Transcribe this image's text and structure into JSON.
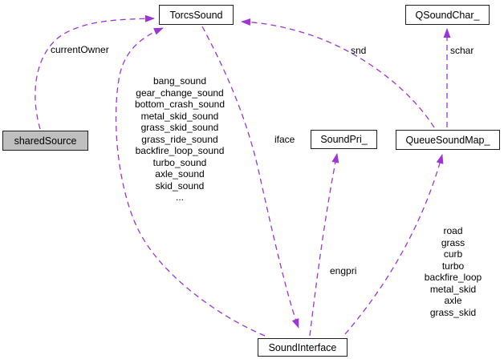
{
  "diagram": {
    "kind": "collaboration-graph",
    "colors": {
      "edge": "#9c35d6",
      "node_border": "#1f1f1f",
      "node_fill": "#ffffff",
      "highlight_node_fill": "#bfbfbf",
      "background": "#ffffff",
      "text": "#000000"
    },
    "nodes": [
      {
        "id": "sharedSource",
        "label": "sharedSource",
        "highlight": true
      },
      {
        "id": "TorcsSound",
        "label": "TorcsSound",
        "highlight": false
      },
      {
        "id": "QSoundChar_",
        "label": "QSoundChar_",
        "highlight": false
      },
      {
        "id": "SoundPri_",
        "label": "SoundPri_",
        "highlight": false
      },
      {
        "id": "QueueSoundMap_",
        "label": "QueueSoundMap_",
        "highlight": false
      },
      {
        "id": "SoundInterface",
        "label": "SoundInterface",
        "highlight": false
      }
    ],
    "edges": [
      {
        "from": "sharedSource",
        "to": "TorcsSound",
        "style": "dashed",
        "label": "currentOwner"
      },
      {
        "from": "SoundInterface",
        "to": "TorcsSound",
        "style": "dashed",
        "label_lines": [
          "bang_sound",
          "gear_change_sound",
          "bottom_crash_sound",
          "metal_skid_sound",
          "grass_skid_sound",
          "grass_ride_sound",
          "backfire_loop_sound",
          "turbo_sound",
          "axle_sound",
          "skid_sound",
          "..."
        ]
      },
      {
        "from": "TorcsSound",
        "to": "SoundInterface",
        "style": "dashed",
        "label": "iface"
      },
      {
        "from": "QueueSoundMap_",
        "to": "TorcsSound",
        "style": "dashed",
        "label": "snd"
      },
      {
        "from": "QueueSoundMap_",
        "to": "QSoundChar_",
        "style": "dashed",
        "label": "schar"
      },
      {
        "from": "SoundInterface",
        "to": "SoundPri_",
        "style": "dashed",
        "label": "engpri"
      },
      {
        "from": "SoundInterface",
        "to": "QueueSoundMap_",
        "style": "dashed",
        "label_lines": [
          "road",
          "grass",
          "curb",
          "turbo",
          "backfire_loop",
          "metal_skid",
          "axle",
          "grass_skid"
        ]
      }
    ]
  }
}
